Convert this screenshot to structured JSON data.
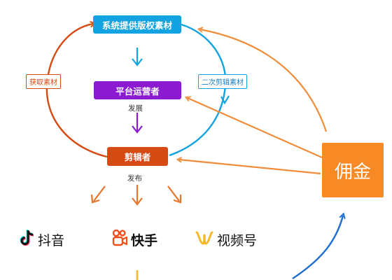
{
  "nodes": {
    "system": "系统提供版权素材",
    "platform": "平台运营者",
    "editor": "剪辑者",
    "commission": "佣金"
  },
  "edge_labels": {
    "obtain_material": "获取素材",
    "reedit_material": "二次剪辑素材",
    "develop": "发展",
    "publish": "发布"
  },
  "platforms": [
    "抖音",
    "快手",
    "视频号"
  ],
  "colors": {
    "system": "#13a3e0",
    "platform": "#8b1ad0",
    "editor": "#d64b13",
    "commission": "#f78a24",
    "blue_arrow": "#1e6fd0",
    "publish_arrow": "#e8742a",
    "down_connector": "#f5b82a"
  },
  "icons": [
    "douyin-logo-icon",
    "kuaishou-logo-icon",
    "shipinhao-logo-icon"
  ]
}
